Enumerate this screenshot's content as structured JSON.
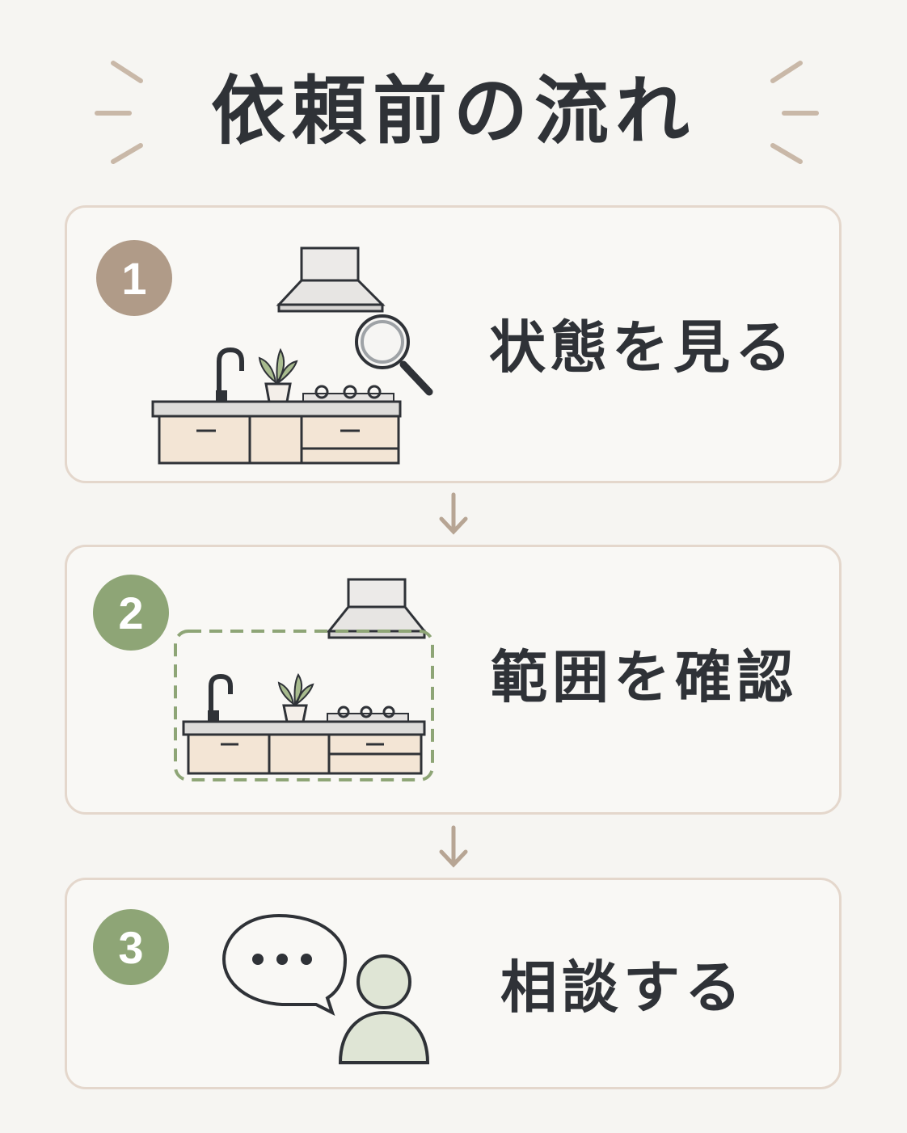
{
  "title": "依頼前の流れ",
  "colors": {
    "background": "#f6f5f2",
    "card_border": "#e4d7cc",
    "badge_brown": "#b09b88",
    "badge_green": "#8ea576",
    "arrow": "#b7a594",
    "text": "#2f3237"
  },
  "steps": [
    {
      "number": "1",
      "label": "状態を見る",
      "badge_color": "#b09b88",
      "icon": "kitchen-magnifier-icon"
    },
    {
      "number": "2",
      "label": "範囲を確認",
      "badge_color": "#8ea576",
      "icon": "kitchen-dashed-area-icon"
    },
    {
      "number": "3",
      "label": "相談する",
      "badge_color": "#8ea576",
      "icon": "speech-person-icon"
    }
  ]
}
